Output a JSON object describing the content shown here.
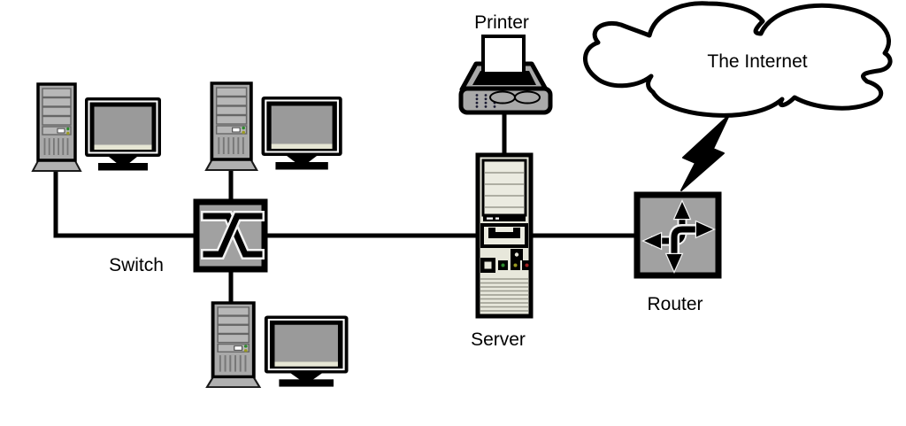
{
  "diagram": {
    "background": "#ffffff",
    "labels": {
      "printer": "Printer",
      "internet": "The Internet",
      "switch": "Switch",
      "server": "Server",
      "router": "Router"
    },
    "colors": {
      "outline": "#000000",
      "device_gray": "#a1a1a1",
      "tower_gray": "#a9a9a9",
      "bay_gray": "#b7b7b7",
      "screen_gray": "#9a9a9a",
      "beige": "#e7e7db",
      "paper_white": "#ffffff",
      "led_green": "#2d8a2d",
      "led_yellow": "#9a9a22",
      "led_red": "#a22222"
    },
    "nodes": [
      {
        "id": "workstation-1",
        "type": "workstation",
        "icon": "desktop-computer-icon"
      },
      {
        "id": "workstation-2",
        "type": "workstation",
        "icon": "desktop-computer-icon"
      },
      {
        "id": "workstation-3",
        "type": "workstation",
        "icon": "desktop-computer-icon"
      },
      {
        "id": "switch",
        "type": "switch",
        "label": "Switch",
        "icon": "x-crossover-icon"
      },
      {
        "id": "server",
        "type": "server",
        "label": "Server",
        "icon": "server-tower-icon"
      },
      {
        "id": "printer",
        "type": "printer",
        "label": "Printer",
        "icon": "printer-icon"
      },
      {
        "id": "router",
        "type": "router",
        "label": "Router",
        "icon": "four-way-arrows-icon"
      },
      {
        "id": "internet",
        "type": "cloud",
        "label": "The Internet",
        "icon": "cloud-icon"
      }
    ],
    "edges": [
      {
        "from": "workstation-1",
        "to": "switch",
        "style": "line"
      },
      {
        "from": "workstation-2",
        "to": "switch",
        "style": "line"
      },
      {
        "from": "workstation-3",
        "to": "switch",
        "style": "line"
      },
      {
        "from": "switch",
        "to": "server",
        "style": "line"
      },
      {
        "from": "server",
        "to": "router",
        "style": "line"
      },
      {
        "from": "printer",
        "to": "server",
        "style": "line"
      },
      {
        "from": "router",
        "to": "internet",
        "style": "lightning-bolt"
      }
    ]
  }
}
